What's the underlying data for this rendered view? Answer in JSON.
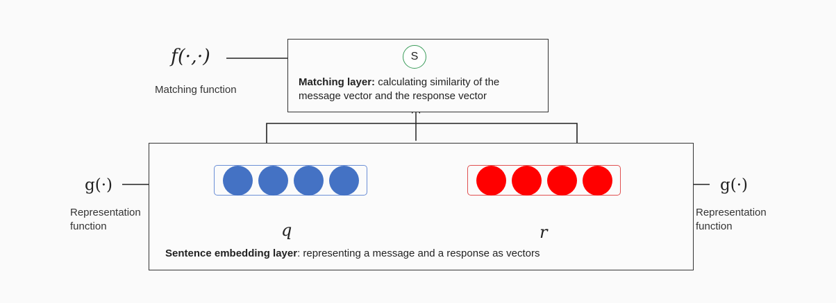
{
  "matching": {
    "function_symbol": "f(·,·)",
    "function_label": "Matching function",
    "score_symbol": "S",
    "layer_title": "Matching layer:",
    "layer_desc_line1": " calculating similarity of the",
    "layer_desc_line2": "message vector and the response vector"
  },
  "embedding": {
    "left_function_symbol": "g(·)",
    "right_function_symbol": "g(·)",
    "left_label_line1": "Representation",
    "left_label_line2": "function",
    "right_label_line1": "Representation",
    "right_label_line2": "function",
    "query_var": "q",
    "response_var": "r",
    "layer_title": "Sentence embedding layer",
    "layer_desc": ": representing a message and a response as vectors"
  },
  "colors": {
    "query_vector": "#4472c4",
    "query_border": "#6b8fd6",
    "response_vector": "#ff0000",
    "response_border": "#e05050",
    "score_border": "#3a9c5a"
  },
  "vectors": {
    "query_dims": 4,
    "response_dims": 4
  }
}
